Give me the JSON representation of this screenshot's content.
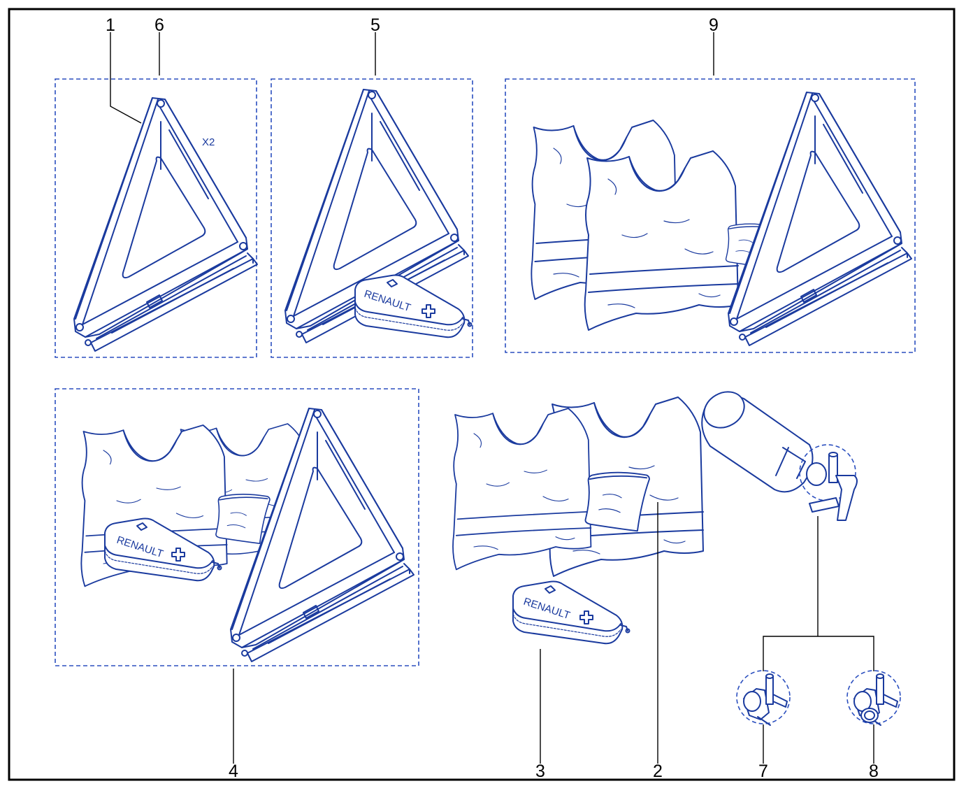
{
  "callouts": {
    "c1": "1",
    "c2": "2",
    "c3": "3",
    "c4": "4",
    "c5": "5",
    "c6": "6",
    "c7": "7",
    "c8": "8",
    "c9": "9"
  },
  "quantity_mark": "X2",
  "kit_brand": "RENAULT",
  "colors": {
    "ink": "#1a3a9e",
    "dashed_frame": "#2b4fbf",
    "callout_text": "#000000",
    "border": "#000000"
  }
}
